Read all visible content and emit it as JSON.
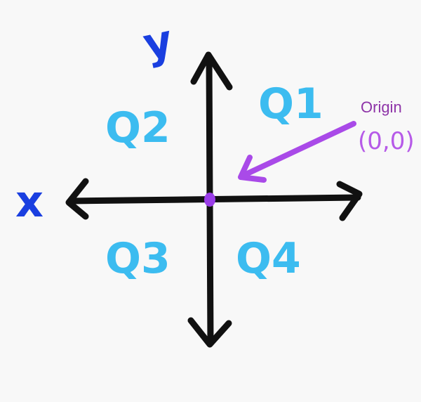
{
  "axes": {
    "x_label": "x",
    "y_label": "y"
  },
  "quadrants": {
    "q1": "Q1",
    "q2": "Q2",
    "q3": "Q3",
    "q4": "Q4"
  },
  "origin": {
    "label": "Origin",
    "coordinates": "(0,0)"
  },
  "colors": {
    "axes": "#111111",
    "quadrant_labels": "#3cbcf0",
    "axis_labels": "#1a3fe0",
    "origin_point": "#9a3de8",
    "origin_arrow": "#a94ae8",
    "origin_text": "#8e34a8"
  }
}
